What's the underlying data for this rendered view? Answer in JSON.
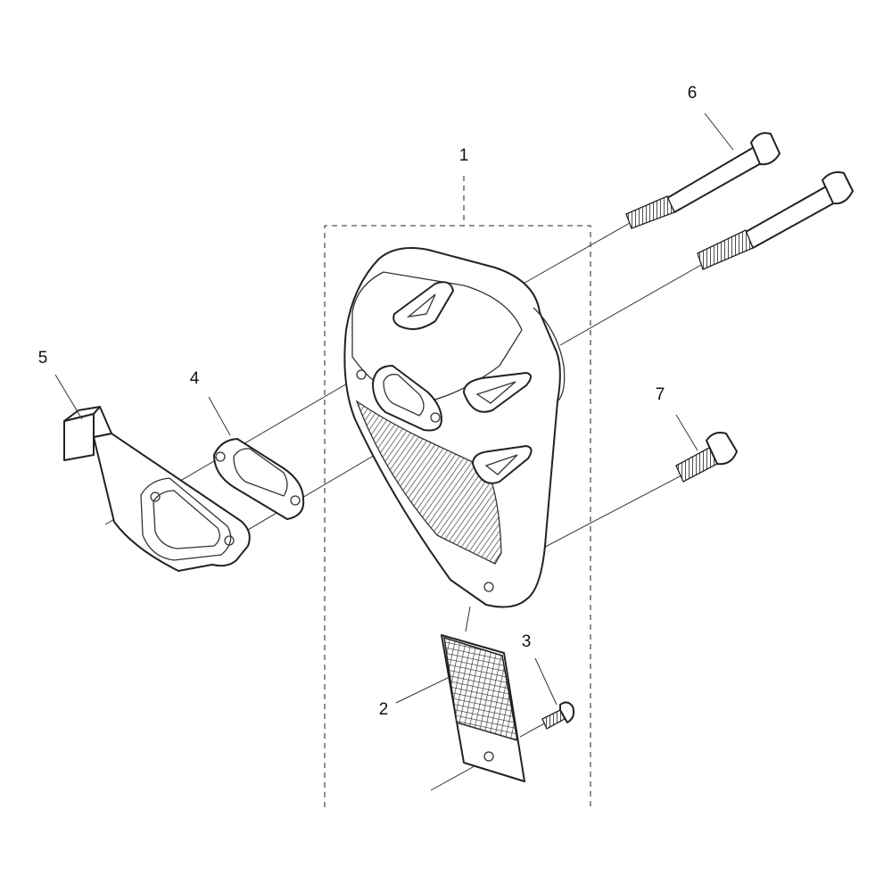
{
  "diagram": {
    "callouts": [
      {
        "id": "muffler",
        "label": "1"
      },
      {
        "id": "spark-arrestor-screen",
        "label": "2"
      },
      {
        "id": "screen-screw",
        "label": "3"
      },
      {
        "id": "outer-gasket",
        "label": "4"
      },
      {
        "id": "heat-shield-plate",
        "label": "5"
      },
      {
        "id": "long-bolt",
        "label": "6"
      },
      {
        "id": "short-bolt",
        "label": "7"
      }
    ]
  }
}
